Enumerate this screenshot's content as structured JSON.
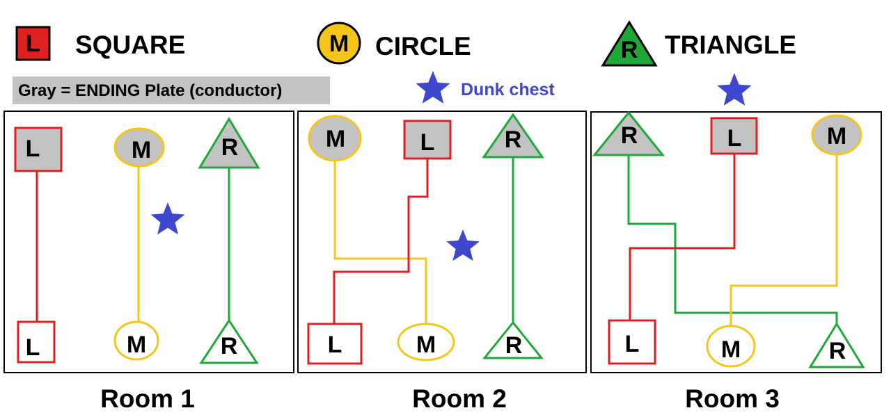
{
  "colors": {
    "square": "#e02020",
    "circle": "#f5c518",
    "triangle": "#1ea838",
    "gray": "#c3c3c3",
    "star": "#4047cf",
    "border": "#000000"
  },
  "legend": {
    "square": {
      "letter": "L",
      "label": "SQUARE",
      "icon": "square-icon"
    },
    "circle": {
      "letter": "M",
      "label": "CIRCLE",
      "icon": "circle-icon"
    },
    "triangle": {
      "letter": "R",
      "label": "TRIANGLE",
      "icon": "triangle-icon"
    },
    "gray_note": "Gray = ENDING Plate (conductor)",
    "star_note": "Dunk chest",
    "star_icon": "star-icon"
  },
  "rooms": [
    {
      "title": "Room 1",
      "plates": {
        "square_top": "L",
        "circle_top": "M",
        "triangle_top": "R",
        "square_bottom": "L",
        "circle_bottom": "M",
        "triangle_bottom": "R"
      }
    },
    {
      "title": "Room 2",
      "plates": {
        "circle_top": "M",
        "square_top": "L",
        "triangle_top": "R",
        "square_bottom": "L",
        "circle_bottom": "M",
        "triangle_bottom": "R"
      }
    },
    {
      "title": "Room 3",
      "plates": {
        "triangle_top": "R",
        "square_top": "L",
        "circle_top": "M",
        "square_bottom": "L",
        "circle_bottom": "M",
        "triangle_bottom": "R"
      }
    }
  ]
}
